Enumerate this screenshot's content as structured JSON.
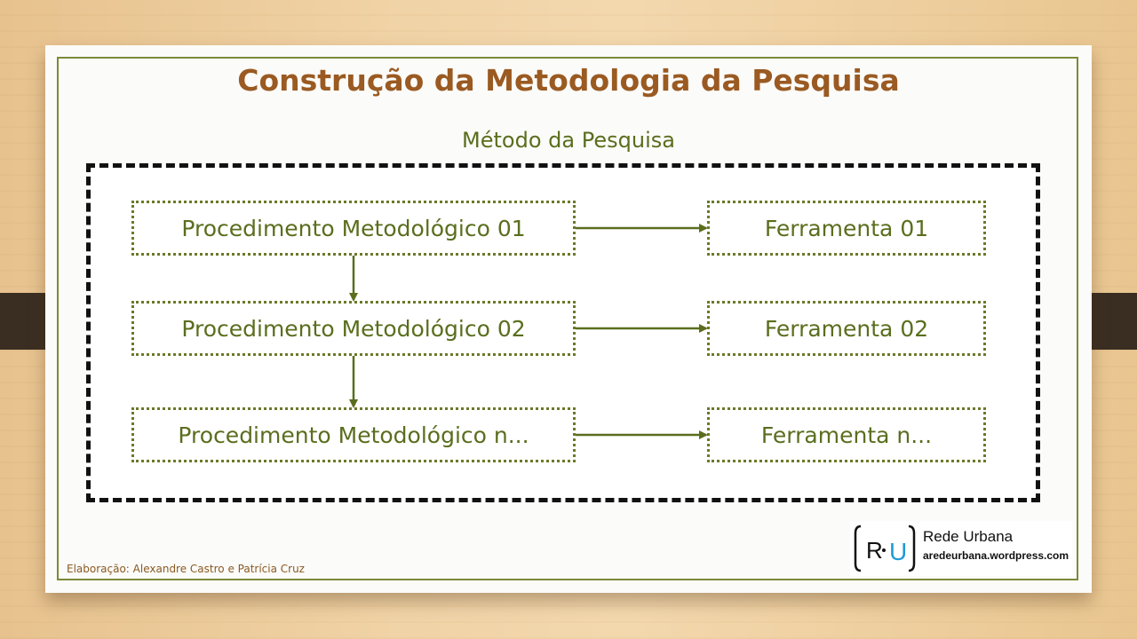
{
  "title": "Construção da Metodologia da Pesquisa",
  "subtitle": "Método da Pesquisa",
  "procedures": [
    {
      "label": "Procedimento Metodológico 01"
    },
    {
      "label": "Procedimento Metodológico 02"
    },
    {
      "label": "Procedimento Metodológico n..."
    }
  ],
  "tools": [
    {
      "label": "Ferramenta 01"
    },
    {
      "label": "Ferramenta 02"
    },
    {
      "label": "Ferramenta n..."
    }
  ],
  "footer": {
    "credit": "Elaboração: Alexandre Castro e Patrícia Cruz"
  },
  "logo": {
    "mark_left": "R",
    "mark_right": "U",
    "name": "Rede Urbana",
    "url": "aredeurbana.wordpress.com"
  },
  "colors": {
    "title": "#9a5a22",
    "diagram_text": "#5a6e1e",
    "border_accent": "#7a8a3a",
    "logo_blue": "#1e9ad6"
  }
}
